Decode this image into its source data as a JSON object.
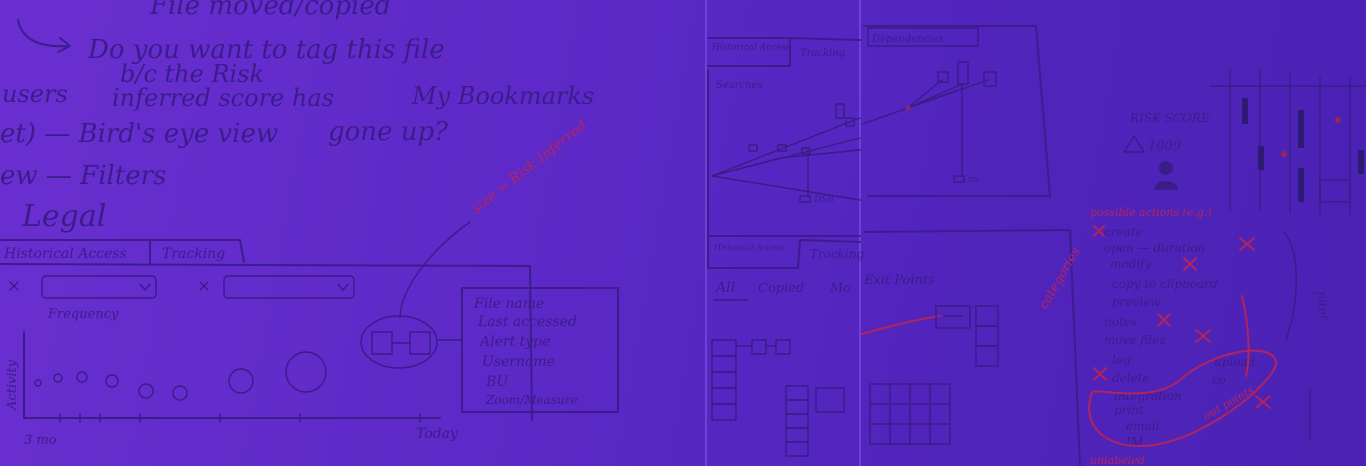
{
  "left_sketch": {
    "lines": [
      "File moved/copied",
      "Do you want to tag this file",
      "b/c the Risk",
      "users",
      "inferred score has",
      "My Bookmarks",
      "et) — Bird's eye view",
      "gone up?",
      "ew — Filters",
      "Legal"
    ],
    "tabs": [
      "Historical Access",
      "Tracking"
    ],
    "dropdown_label": "Frequency",
    "y_axis_label": "Activity",
    "x_axis_start": "3 mo",
    "x_axis_end": "Today",
    "size_note": "size = Risk Inferred",
    "popup_fields": [
      "File name",
      "Last accessed",
      "Alert type",
      "Username",
      "BU",
      "Zoom/Measure"
    ]
  },
  "middle_sketch": {
    "tabs": [
      "Historical Access",
      "Tracking"
    ],
    "subtitle": "Searches",
    "bottom_tabs": [
      "Historical Access",
      "Tracking"
    ],
    "filters": [
      "All",
      "Copied",
      "Mo"
    ],
    "node_label": "DSB"
  },
  "right_sketch": {
    "dependencies_label": "Dependencies",
    "exit_points_label": "Exit Points",
    "risk_score_label": "RISK SCORE",
    "risk_score_value": "1009",
    "actions_header": "possible actions (e.g.)",
    "actions": [
      "create",
      "open — duration",
      "modify",
      "copy to clipboard",
      "preview",
      "notes",
      "move files",
      "log",
      "delete",
      "upload",
      "integration",
      "print",
      "email",
      "IM",
      "co"
    ],
    "categories_label": "categories",
    "filter_label": "filter",
    "exit_label": "out points",
    "footer_note": "unlabeled",
    "co_label": "co"
  },
  "colors": {
    "tint": "#5a26c4",
    "ink": "#3d1d8e",
    "red_marker": "#b0245e"
  }
}
